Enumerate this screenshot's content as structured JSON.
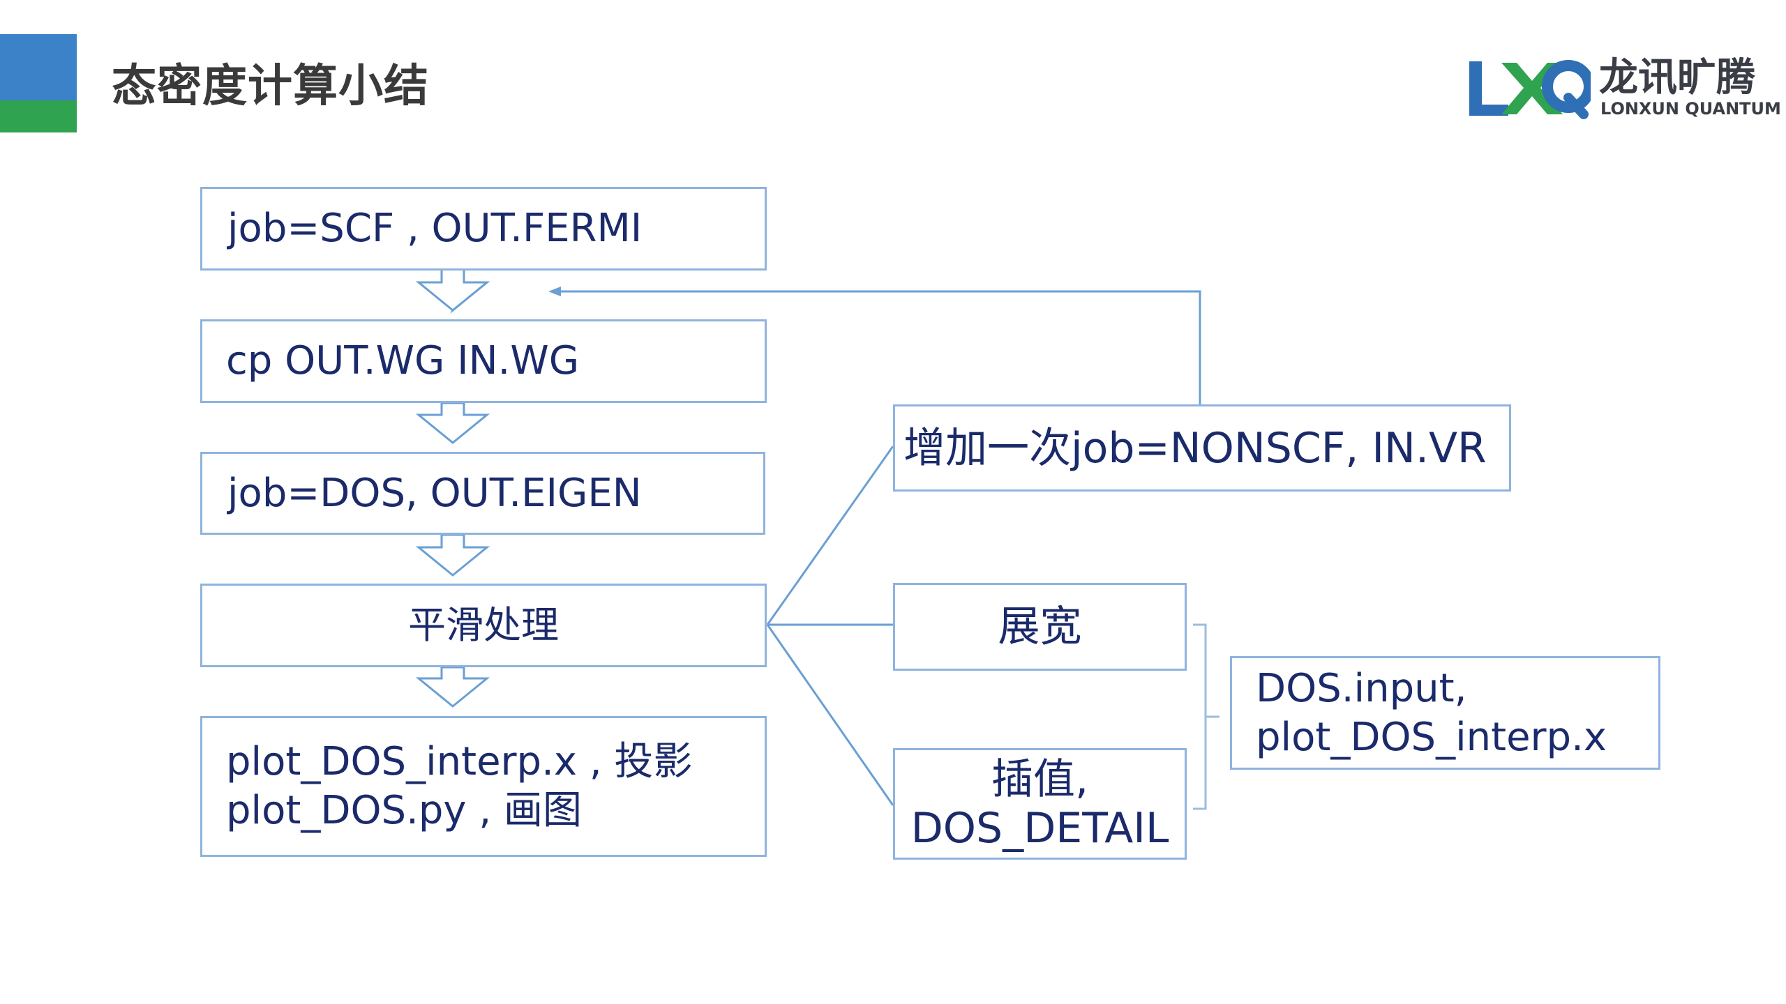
{
  "header": {
    "title": "态密度计算小结",
    "brand_colors": {
      "blue": "#3b82c8",
      "green": "#2fa34f"
    }
  },
  "logo": {
    "mark_icon": "lxq-logo-mark",
    "cn_name": "龙讯旷腾",
    "en_name": "LONXUN QUANTUM"
  },
  "flow": {
    "steps": [
      {
        "label": "job=SCF , OUT.FERMI"
      },
      {
        "label": "cp OUT.WG IN.WG"
      },
      {
        "label": "job=DOS, OUT.EIGEN"
      },
      {
        "label": "平滑处理"
      },
      {
        "lines": [
          "plot_DOS_interp.x , 投影",
          "plot_DOS.py , 画图"
        ]
      }
    ],
    "branches": {
      "nonscf": "增加一次job=NONSCF, IN.VR",
      "broaden": "展宽",
      "interp": [
        "插值,",
        "DOS_DETAIL"
      ]
    },
    "input_box": [
      "DOS.input,",
      "plot_DOS_interp.x"
    ]
  },
  "colors": {
    "box_border": "#8fb3dd",
    "connector": "#6a9fd4",
    "text": "#1a2a6a"
  }
}
